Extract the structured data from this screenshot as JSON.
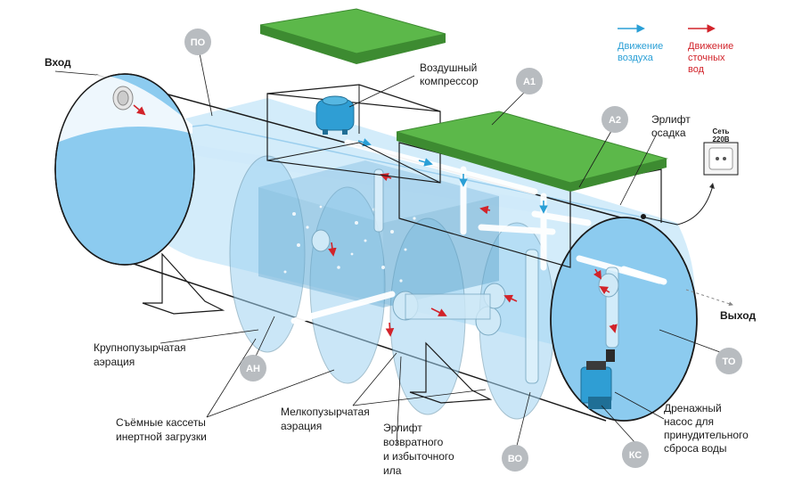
{
  "labels": {
    "inlet": "Вход",
    "outlet": "Выход",
    "compressor": [
      "Воздушный",
      "компрессор"
    ],
    "sludge_airlift": [
      "Эрлифт",
      "осадка"
    ],
    "coarse_aeration": [
      "Крупнопузырчатая",
      "аэрация"
    ],
    "cassettes": [
      "Съёмные кассеты",
      "инертной загрузки"
    ],
    "fine_aeration": [
      "Мелкопузырчатая",
      "аэрация"
    ],
    "return_airlift": [
      "Эрлифт",
      "возвратного",
      "и избыточного",
      "ила"
    ],
    "drain_pump": [
      "Дренажный",
      "насос для",
      "принудительного",
      "сброса воды"
    ],
    "socket": [
      "Сеть",
      "220В"
    ]
  },
  "legend": {
    "air": [
      "Движение",
      "воздуха"
    ],
    "air_color": "#2a9fd6",
    "water": [
      "Движение",
      "сточных",
      "вод"
    ],
    "water_color": "#d2232a"
  },
  "badges": {
    "po": "ПО",
    "a1": "А1",
    "a2": "А2",
    "an": "АН",
    "vo": "ВО",
    "ks": "КС",
    "to": "ТО"
  },
  "colors": {
    "badge": "#b8bcc0",
    "lid": "#5cb84a",
    "water": "#8ccbef",
    "tank_outline": "#1a1a1a"
  }
}
